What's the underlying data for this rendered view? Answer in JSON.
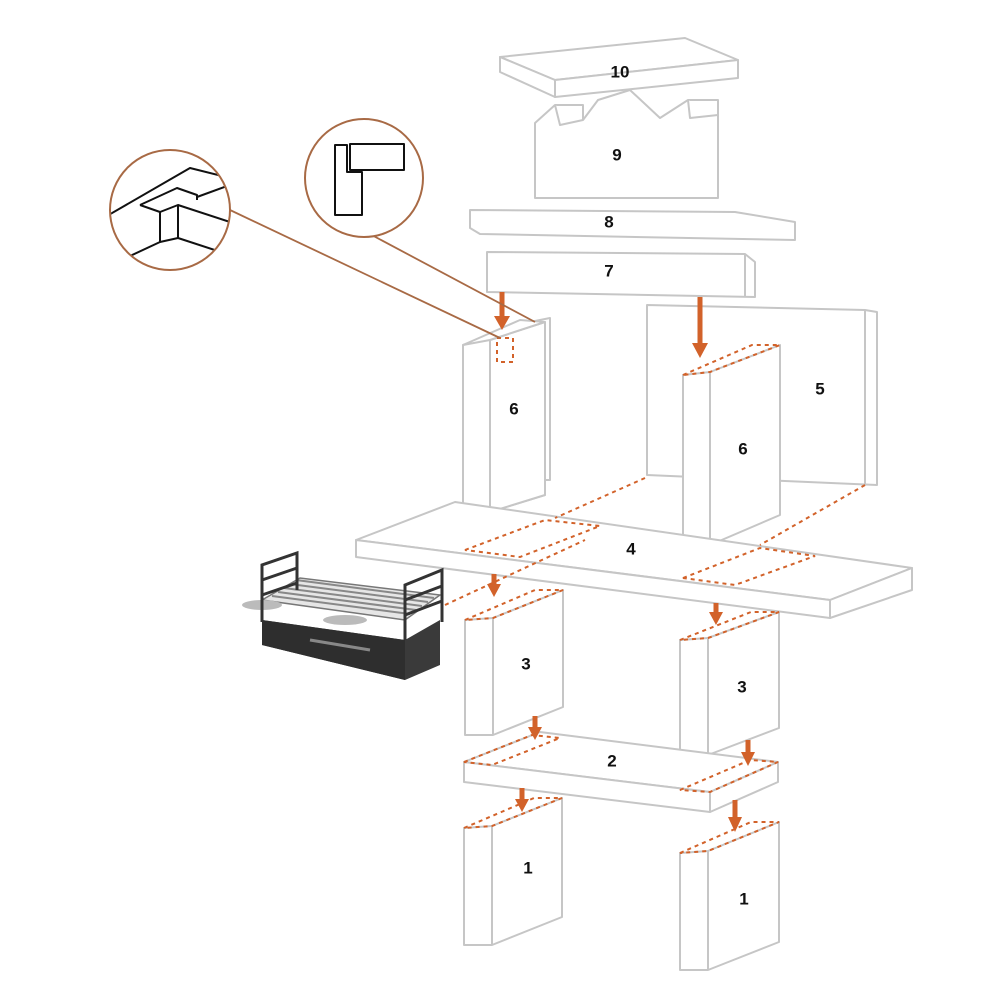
{
  "diagram": {
    "title": "Barbecue assembly exploded view",
    "parts": {
      "p10": "10",
      "p9": "9",
      "p8": "8",
      "p7": "7",
      "p6_left": "6",
      "p6_right": "6",
      "p5": "5",
      "p4": "4",
      "p3_left": "3",
      "p3_right": "3",
      "p2": "2",
      "p1_left": "1",
      "p1_right": "1"
    },
    "colors": {
      "accent": "#d2622a",
      "outline": "#c6c6c6",
      "detail_circle": "#a86a45",
      "grill": "#3a3a3a"
    }
  }
}
